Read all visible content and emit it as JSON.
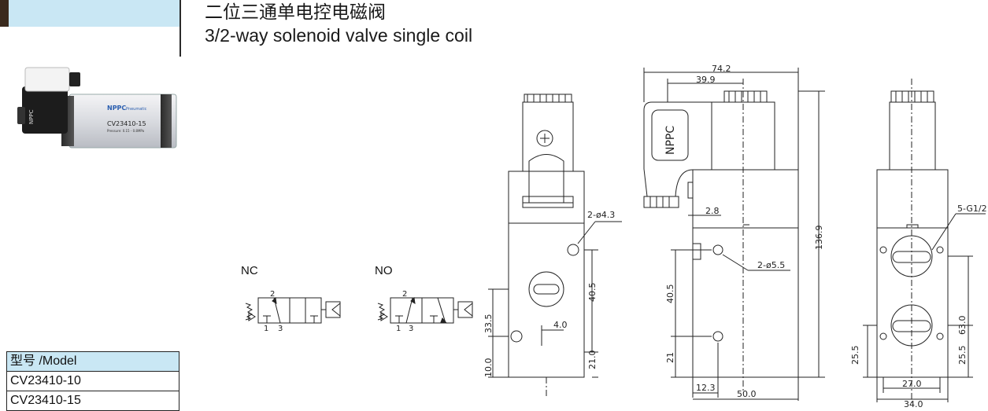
{
  "header": {
    "title_cn": "二位三通单电控电磁阀",
    "title_en": "3/2-way solenoid valve single coil"
  },
  "product_photo": {
    "brand": "NPPC",
    "brand_sub": "Pneumatic",
    "model_marking": "CV23410-15",
    "pressure_marking": "Pressure: 0.15 - 0.8MPa"
  },
  "model_table": {
    "header": "型号 /Model",
    "rows": [
      "CV23410-10",
      "CV23410-15"
    ]
  },
  "symbols": {
    "nc_label": "NC",
    "no_label": "NO",
    "port_2": "2",
    "port_1": "1",
    "port_3": "3"
  },
  "front_view": {
    "hole_callout": "2-ø4.3",
    "dim_40_5": "40.5",
    "dim_33_5": "33.5",
    "dim_4_0": "4.0",
    "dim_21_0": "21.0",
    "dim_10_0": "10.0"
  },
  "side_view": {
    "coil_brand": "NPPC",
    "dim_74_2": "74.2",
    "dim_39_9": "39.9",
    "dim_2_8": "2.8",
    "hole_callout": "2-ø5.5",
    "dim_136_9": "136.9",
    "dim_40_5": "40.5",
    "dim_21": "21",
    "dim_12_3": "12.3",
    "dim_50_0": "50.0"
  },
  "rear_view": {
    "port_callout": "5-G1/2",
    "dim_63_0": "63.0",
    "dim_25_5_left": "25.5",
    "dim_25_5_right": "25.5",
    "dim_27_0": "27.0",
    "dim_34_0": "34.0"
  }
}
